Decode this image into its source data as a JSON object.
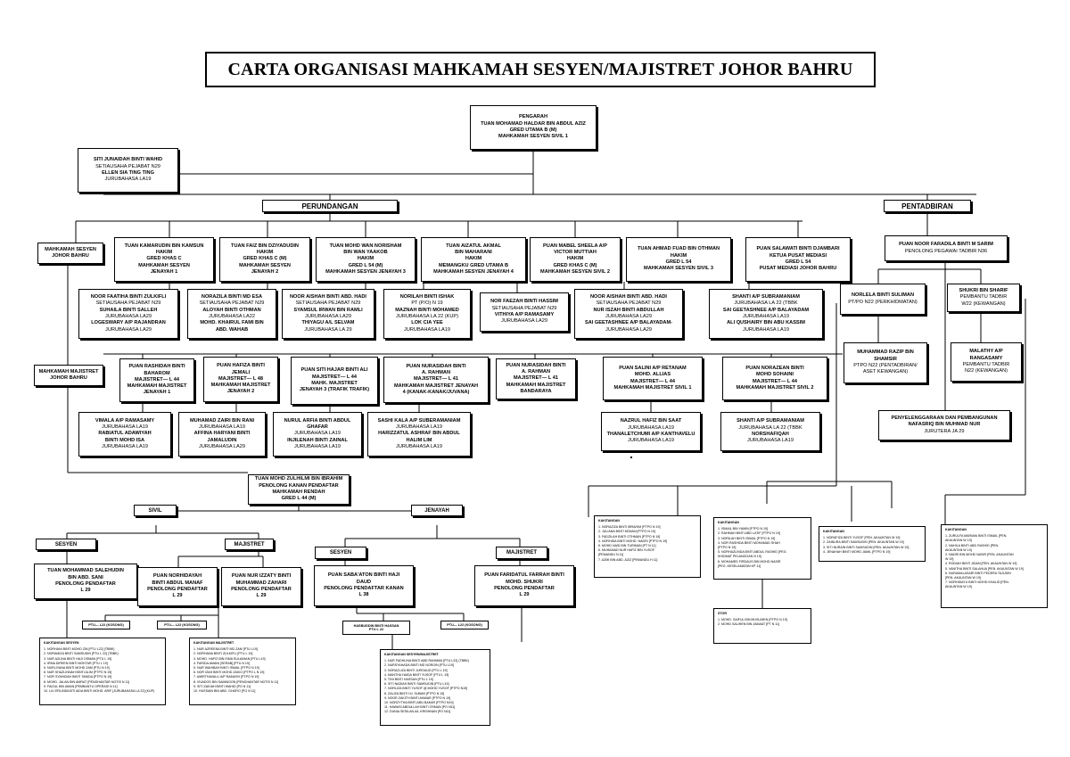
{
  "title": "CARTA ORGANISASI MAHKAMAH SESYEN/MAJISTRET JOHOR BAHRU",
  "sections": {
    "perundangan": "PERUNDANGAN",
    "pentadbiran": "PENTADBIRAN",
    "sivil": "SIVIL",
    "jenayah": "JENAYAH",
    "sivil_sesyen": "SESYEN",
    "sivil_majistret": "MAJISTRET",
    "jenayah_sesyen": "SESYEN",
    "jenayah_majistret": "MAJISTRET"
  },
  "boxes": {
    "pengarah": [
      "PENGARAH",
      "TUAN MOHAMAD HALDAR BIN ABDUL AZIZ",
      "GRED UTAMA B (M)",
      "MAHKAMAH SESYEN SIVIL 1"
    ],
    "setiausaha_pengarah": [
      "SITI JUNAIDAH BINTI WAHID",
      "SETIAUSAHA PEJABAT N29",
      "ELLEN SIA TING TING",
      "JURUBAHASA LA19"
    ],
    "label_sesyen": [
      "MAHKAMAH SESYEN",
      "JOHOR BAHRU"
    ],
    "label_majistret": [
      "MAHKAMAH MAJISTRET",
      "JOHOR BAHRU"
    ],
    "hakim1": [
      "TUAN KAMARUDIN BIN KAMSUN",
      "HAKIM",
      "GRED KHAS C",
      "MAHKAMAH SESYEN",
      "JENAYAH 1"
    ],
    "hakim2": [
      "TUAN FAIZ BIN DZIYADUDIN",
      "HAKIM",
      "GRED KHAS C (M)",
      "MAHKAMAH SESYEN",
      "JENAYAH 2"
    ],
    "hakim3": [
      "TUAN MOHD WAN NORISHAM",
      "BIN WAN YAAKOB",
      "HAKIM",
      "GRED L 54 (M)",
      "MAHKAMAH SESYEN JENAYAH 3"
    ],
    "hakim4": [
      "TUAN AIZATUL AKMAL",
      "BIN MAHARANI",
      "HAKIM",
      "MEMANGKU GRED UTAMA B",
      "MAHKAMAH SESYEN JENAYAH 4"
    ],
    "hakim5": [
      "PUAN MABEL SHEELA A/P",
      "VICTOR MUTTIAH",
      "HAKIM",
      "GRED KHAS C (M)",
      "MAHKAMAH SESYEN SIVIL 2"
    ],
    "hakim6": [
      "TUAN AHMAD FUAD BIN OTHMAN",
      "HAKIM",
      "GRED L 54",
      "MAHKAMAH SESYEN SIVIL 3"
    ],
    "hakim7": [
      "PUAN SALAWATI BINTI DJAMBARI",
      "KETUA PUSAT MEDIASI",
      "GRED L 54",
      "PUSAT MEDIASI JOHOR BAHRU"
    ],
    "staff1": [
      "NOOR FAATIHA BINTI ZULKIFLI",
      "SETIAUSAHA PEJABAT N29",
      "SUHAILA BINTI SALLEH",
      "JURUBAHASA LA29",
      "LOGESWARY A/P RAJANDRAN",
      "JURUBAHASA LA29"
    ],
    "staff2": [
      "NORAZILA BINTI MD ESA",
      "SETIAUSAHA PEJABAT N29",
      "ALOYAH BINTI OTHMAN",
      "JURUBAHASA LA22",
      "MOHD. KHAIRUL FAMI BIN",
      "ABD. WAHAB"
    ],
    "staff3": [
      "NOOR AISHAH BINTI ABD. HADI",
      "SETIAUSAHA PEJABAT N29",
      "SYAMSUL IRWAN BIN RAMLI",
      "JURUBAHASA LA29",
      "THIYAGU A/L SELVAM",
      "JURUBAHASA LA 29"
    ],
    "staff4": [
      "NORILAH BINTI ISHAK",
      "PT (P/O) N 19",
      "MAZNAH BINTI MOHAMED",
      "JURUBAHASA LA 22 (KUP)",
      "LOK CIA YEE",
      "JURUBAHASA LA19"
    ],
    "staff5": [
      "NOR FAEZAH BINTI HASSIM",
      "SETIAUSAHA PEJABAT N29",
      "VITHIYA A/P RAMASAMY",
      "JURUBAHASA LA29"
    ],
    "staff6": [
      "NOOR AISHAH BINTI ABD. HADI",
      "SETIAUSAHA PEJABAT N29",
      "NUR ISZAH BINTI ABDULLAH",
      "JURUBAHASA LA29",
      "SAI GEETASHNEE A/P BALAYADAM-",
      "JURUBAHASA LA29"
    ],
    "staff7": [
      "SHANTI A/P SUBRAMANIAM",
      "JURUBAHASA LA 22 (TBBK",
      "SAI GEETASHNEE A/P BALAYADAM",
      "JURUBAHASA LA19",
      "ALI QUSHAIRY BIN ABU KASSIM",
      "JURUBAHASA LA19"
    ],
    "maj1": [
      "PUAN RASHIDAH BINTI",
      "BAHAROM",
      "MAJISTRET— L 44",
      "MAHKAMAH MAJISTRET",
      "JENAYAH 1"
    ],
    "maj2": [
      "PUAN HAFIZA BINTI",
      "JEMALI",
      "MAJISTRET— L 48",
      "MAHKAMAH MAJISTRET",
      "JENAYAH 2"
    ],
    "maj3": [
      "PUAN SITI HAJAR BINTI ALI",
      "MAJISTRET— L 44",
      "MAHK. MAJISTRET",
      "JENAYAH 3 (TRAFIK TRAFIK)"
    ],
    "maj4": [
      "PUAN NURASIDAH BINTI",
      "A. RAHMAN",
      "MAJISTRET— L 41",
      "MAHKAMAH MAJISTRET JENAYAH",
      "4 (KANAK-KANAK/JUVANA)"
    ],
    "maj5": [
      "PUAN NURASIDAH BINTI",
      "A. RAHMAN",
      "MAJISTRET— L 41",
      "MAHKAMAH MAJISTRET",
      "BANDARAYA"
    ],
    "maj6": [
      "PUAN SALINI A/P RETANAM",
      "MOHD. ALLIAS",
      "MAJISTRET— L 44",
      "MAHKAMAH MAJISTRET SIVIL 1"
    ],
    "maj7": [
      "PUAN NORAZEAN BINTI",
      "MOHD SOHAINI",
      "MAJISTRET— L 44",
      "MAHKAMAH MAJISTRET SIVIL 2"
    ],
    "mstaff1": [
      "VIMALA A/P RAMASAMY",
      "JURUBAHASA LA19",
      "RABIATUL ADAWIYAH",
      "BINTI MOHD ISA",
      "JURUBAHASA LA19"
    ],
    "mstaff2": [
      "MUHAMAD ZAIRI BIN RANI",
      "JURUBAHASA LA19",
      "AFFINA HARYANI BINTI",
      "JAMALUDIN",
      "JURUBAHASA LA29"
    ],
    "mstaff3": [
      "NURUL ARFIA BINTI ABDUL",
      "GHAFAR",
      "JURUBAHASA LA19",
      "INJILENAH BINTI ZAINAL",
      "JURUBAHASA LA19"
    ],
    "mstaff4": [
      "SASHI KALA A/P SUBERAMANIAM",
      "JURUBAHASA LA19",
      "HARIZZATUL ASHRAF BIN ABDUL",
      "HALIM LIM",
      "JURUBAHASA LA19"
    ],
    "mstaff6": [
      "NAZRUL HAFIZ BIN SAAT",
      "JURUBAHASA LA19",
      "THANALETCHUMI A/P KANTHAVELU",
      "JURUBAHASA LA19"
    ],
    "mstaff7": [
      "SHANTI A/P SUBRAMANIAM",
      "JURUBAHASA LA 22 (TBBK",
      "NORSHAFIQAH",
      "JURUBAHASA LA19"
    ],
    "pentadbir_head": [
      "PUAN NOOR FARADILA BINTI M SARIM",
      "PENOLONG PEGAWAI TADBIR N36"
    ],
    "norlela": [
      "NORLELA BINTI SULIMAN",
      "PT/PO N22 (PERKHIDMATAN)"
    ],
    "shukri": [
      "SHUKRI BIN SHARIF",
      "PEMBANTU TADBIR",
      "W22 (KEWANGAN)"
    ],
    "razip": [
      "MUHAMMAD RAZIP BIN",
      "SHAMSIR",
      "PTPO N22 (PENTADBIRAN/",
      "ASET KEWANGAN)"
    ],
    "malathy": [
      "MALATHY A/P",
      "RANGASAMY",
      "PEMBANTU TADBIR",
      "N22 (KEWANGAN)"
    ],
    "penyelenggaraan": [
      "PENYELENGGARAAN DAN PEMBANGUNAN",
      "NAFASRIQ BIN MUHMAD NUR",
      "JURUTERA JA 29"
    ],
    "pendaftar": [
      "TUAN MOHD ZULHILMI BIN IBRAHIM",
      "PENOLONG KANAN PENDAFTAR",
      "MAHKAMAH RENDAH",
      "GRED L 44 (M)"
    ],
    "sivil_sesyen_pp": [
      "TUAN MOHAMMAD SALEHUDIN",
      "BIN ABD. SANI",
      "PENOLONG PENDAFTAR",
      "L 29"
    ],
    "sivil_maj_pp1": [
      "PUAN NORHIDAYAH",
      "BINTI ABDUL MANAF",
      "PENOLONG PENDAFTAR",
      "L 29"
    ],
    "sivil_maj_pp2": [
      "PUAN NUR IZZATY BINTI",
      "MUHAMMAD ZAHARI",
      "PENOLONG PENDAFTAR",
      "L 29"
    ],
    "jen_sesyen_pp": [
      "PUAN SABA'ATON BINTI HAJI",
      "DAUD",
      "PENOLONG PENDAFTAR KANAN",
      "L 38"
    ],
    "jen_maj_pp": [
      "PUAN FARIDATUL FARRAH BINTI",
      "MOHD. SHUKRI",
      "PENOLONG PENDAFTAR",
      "L 29"
    ]
  },
  "small_boxes": {
    "ptu1": "PTU— L22 (KOSONG)",
    "ptu2": "PTU— L22 (KOSONG)",
    "ptu3": "PTU— L22 (KOSONG)",
    "hasibuddin": [
      "HASBUDDIN BINTI HASSAN",
      "PTU L 22"
    ]
  },
  "lists": {
    "kak_sesyen": {
      "header": "KAKITANGAN SESYEN",
      "items": [
        "1. NORHANI BINTI MOHD ZIN [PTU L22] (TBBK)",
        "2. NORAMIZA BINTI SAMSUDIN [PTU L 22] (TBBK)",
        "3. NUR AZLINA BINTI HAJI OSMAN [PTU L 19]",
        "4. IRMA DIREEN BINTI MOKTAR [PTU L 19]",
        "5. NURLIYANA BINTI MOHD ZAM [PTU N 19]",
        "6. NUR SHAZLINNAH BINTI ALIM [PTPO N 19]",
        "7. NOR SYAHIDAH BINTI TANIDA [PTPO N 19]",
        "8. MOHD. JALAN BIN AMRAT [PENGHANTAR NOTIS N 11]",
        "9. FAIZUL BIN AMAN [PEMBANTU OPERASI N 11]",
        "10. LILI ERLINDASITI AIDA BINTI MOHD. ARIF [JURUBAHASA LA 22] (KUP)"
      ]
    },
    "kak_majistret_sivil": {
      "header": "KAKITANGAN MAJISTRET",
      "items": [
        "1. NUR AZREENA BINTI MD ZAM [PTU L19]",
        "2. NORHANA BINTI ZULKIFLI [PTU L 19]",
        "3. MOHD. HAFIZ BIN ISMA SULAIMAN [PTU L19]",
        "4. FARIDA AMANI [SERAB] [PTU N 19]",
        "5. NUR WAHIBAH BINTI ISMAIL [PTPO N 19]",
        "6. NOR IZAH BINTI MOHD ZAKIO [PTPO L N 19]",
        "7. AMIRTHAVALLI A/P RAMASH [PTPO N 19]",
        "8. VIVADOS BIN SAMINGON [PENGHANTAR NOTIS N 11]",
        "9. SITI ZAKIAH BINTI WAHID [PO N 11]",
        "10. HUSSAIN BIN ABD. GHAFIO [PO N 11]"
      ]
    },
    "kak_sesyen_majistret": {
      "header": "KAKITANGAN SESYEN/MAJISTRET",
      "items": [
        "1. NUR FADHLINA BINTI ABD RAHMAN [PTU L22] (TBBK)",
        "2. NURSYAHADA BINTI MD NOROIN [PTU L19]",
        "3. NORAZLIZA BINTI JURGAUD [PTU L 19]",
        "4. MANTHA HAIDA BINTI YUSOF [PTU L 19]",
        "5. TINI BINTI HASSAN [PTU L 19]",
        "6. SITI NADIAH BINTI SAMSUDIN [PTU L19]",
        "7. NORLIZA BINTI YUSOF @ MOHD YUSOF [PTPO N19]",
        "8. ZALIZA BINTI HJ. SUBAN [PTPO N 19]",
        "9. NOOR ZAKITH BINTI ANWAR [PTPO N 19]",
        "10. NORZYTHA BINTI ABU BAKAR [PTPO N19]",
        "11. HAWASI ABDULLAH BINTI OSMAN [PO N11]",
        "12. DUNIA SESILAN A/L KRISHNAN [PO N11]"
      ]
    },
    "list_a": {
      "header": "KAKITANGAN",
      "items": [
        "1. NORAZIZA BINTI IBRAHIM [PTPO N 19]",
        "2. JULIANA BINTI KEMAN [PTPO N 19]",
        "3. FADZILAH BINTI OTHMAN [PTPO N 19]",
        "4. NORHIDA BINTI MOHD. NADRI [PTPO N 19]",
        "5. MOHD NASI BIN TURIMAN [PT N 11]",
        "6. MUHAMAD NUR HAFIZ BIN YUSOF",
        "   [PEMANDU N 11]",
        "7. AZMI BIN ABD. AZIZ [PEMANDU H 11]"
      ]
    },
    "list_b": {
      "header": "KAKITANGAN",
      "items": [
        "1. ISMAIL BIN YAMIN [PTPO N 19]",
        "2. RAHMAH BINTI ABD LATIF [PTPO N 19]",
        "3. NORILAH BINTI ISMAIL [PTPO N 19]",
        "4. NOR RASHIDA BINTI MOHAMAD SHAH",
        "   [PTPO N 19]",
        "5. NORHAZLINDA BINTI ABDUL RASHID [PEG.",
        "   KHIDMAT PELANGGAN N 19]",
        "6. MOHAMED FIRDAUS BIN MOHD NASIR",
        "   [PEG. KESELAMATAN KP 11]"
      ]
    },
    "list_c": {
      "header": "KAKITANGAN",
      "items": [
        "1. NORAFIZA BINTI YUSOF [PEN. AKAUNTAN W 19]",
        "2. ZAINURA BINTI SAMSUDIN [PEN. AKAUNTAN W 19]",
        "3. SITI NURAIN BINTI SAMSUDIN [PEN. AKAUNTAN W 19]",
        "4. JENAHAH BINTI MOHD JAMIL [PTPO N 19]"
      ]
    },
    "list_d": {
      "header": "KAKITANGAN",
      "items": [
        "1. ZURULFA MARIANI BINTI ISMAIL [PEN.",
        "   AKAUNTAN W 19]",
        "2. NAHILA BINTI ABD RASHID [PEN.",
        "   AKAUNTAN W 19]",
        "3. NADRI BIN MOHD NASIR [PEN. AKAUNTAN",
        "   W 19]",
        "4. RODIAH BINTI JIDAN [PEN. AKAUNTAN W 19]",
        "5. VANITHA BINTI SALAHUA [PEN. AKAUNTAN W 19]",
        "6. NURAMALASARI BINTI FEDERA TAJUDIN",
        "   [PEN. AKAUNTAN W 19]",
        "7. NORHIDAYU BINTI MOHD KHALID [PEN.",
        "   AKAUNTAN W 19]"
      ]
    },
    "stor": {
      "header": "STOR",
      "items": [
        "1. MOHD. SAIFUL BIN MUSLIMEN [PTPO N 19]",
        "2. MOHD SALIHEN BIN JAMAAT [PT N 11]"
      ]
    }
  }
}
